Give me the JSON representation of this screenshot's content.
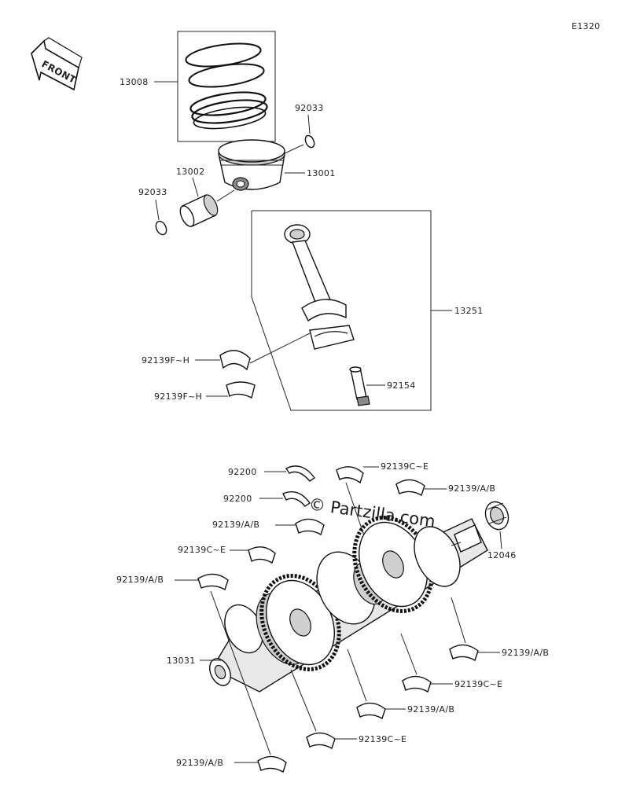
{
  "diagram_code": "E1320",
  "front_arrow": "FRONT",
  "watermark": "© Partzilla.com",
  "labels": {
    "rings": "13008",
    "clip_top": "92033",
    "pin": "13002",
    "clip_left": "92033",
    "piston": "13001",
    "conrod": "13251",
    "bearing_upper": "92139F~H",
    "bearing_lower": "92139F~H",
    "conrod_bolt": "92154",
    "thrust_1": "92200",
    "thrust_2": "92200",
    "main_c_top": "92139C~E",
    "main_ab_top": "92139/A/B",
    "needle_bearing": "12046",
    "main_ab_mid": "92139/A/B",
    "main_c_left": "92139C~E",
    "main_ab_left": "92139/A/B",
    "crankshaft": "13031",
    "main_ab_r1": "92139/A/B",
    "main_c_r2": "92139C~E",
    "main_ab_r3": "92139/A/B",
    "main_c_r4": "92139C~E",
    "main_ab_r5": "92139/A/B"
  }
}
